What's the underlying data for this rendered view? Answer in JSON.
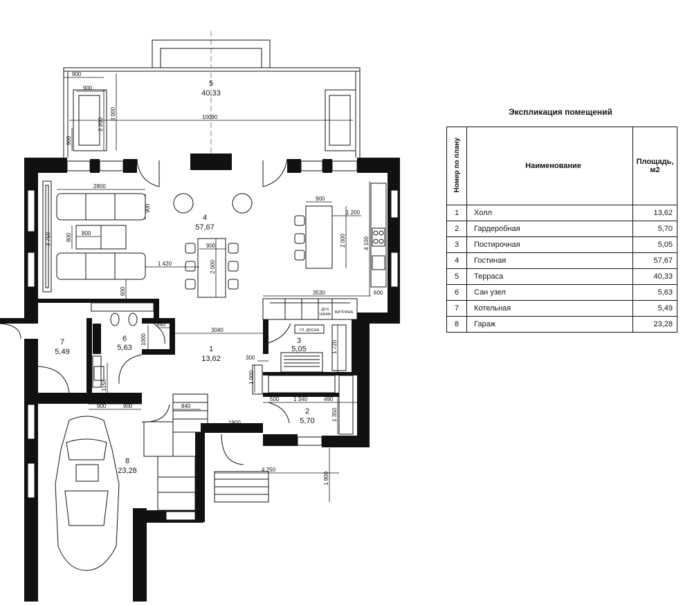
{
  "explication": {
    "title": "Экспликация помещений",
    "headers": {
      "number": "Номер по плану",
      "name": "Наименование",
      "area": "Площадь, м2"
    },
    "rows": [
      {
        "num": "1",
        "name": "Холл",
        "area": "13,62"
      },
      {
        "num": "2",
        "name": "Гардеробная",
        "area": "5,70"
      },
      {
        "num": "3",
        "name": "Постирочная",
        "area": "5,05"
      },
      {
        "num": "4",
        "name": "Гостиная",
        "area": "57,67"
      },
      {
        "num": "5",
        "name": "Терраса",
        "area": "40,33"
      },
      {
        "num": "6",
        "name": "Сан узел",
        "area": "5,63"
      },
      {
        "num": "7",
        "name": "Котельная",
        "area": "5,49"
      },
      {
        "num": "8",
        "name": "Гараж",
        "area": "23,28"
      }
    ]
  },
  "rooms": {
    "r1": {
      "num": "1",
      "area": "13,62"
    },
    "r2": {
      "num": "2",
      "area": "5,70"
    },
    "r3": {
      "num": "3",
      "area": "5,05"
    },
    "r4": {
      "num": "4",
      "area": "57,67"
    },
    "r5": {
      "num": "5",
      "area": "40,33"
    },
    "r6": {
      "num": "6",
      "area": "5,63"
    },
    "r7": {
      "num": "7",
      "area": "5,49"
    },
    "r8": {
      "num": "8",
      "area": "23,28"
    }
  },
  "dimensions": {
    "d900a": "900",
    "d900b": "900",
    "d2200": "2 200",
    "d3000": "3 000",
    "d900c": "900",
    "d10090": "10090",
    "d2800": "2800",
    "d900d": "900",
    "d3750": "3 750",
    "d800a": "800",
    "d800b": "800",
    "d1420": "1 420",
    "d600a": "600",
    "d900e": "900",
    "d2000a": "2 000",
    "d900f": "900",
    "d1200": "1 200",
    "d2000b": "2 000",
    "d4100": "4 100",
    "d3530": "3530",
    "d600b": "600",
    "d840a": "840",
    "d1000a": "1000",
    "d3040": "3040",
    "d1720": "1 720",
    "d300": "300",
    "d1000b": "1 000",
    "d1150": "1150",
    "d500": "500",
    "d1340": "1 340",
    "d490": "490",
    "d1350": "1 350",
    "d900g": "900",
    "d900h": "900",
    "d840b": "840",
    "d1900a": "1900",
    "d4250": "4 250",
    "d1900b": "1 900"
  },
  "labels": {
    "board": "ГЛ. ДОСКА",
    "wardrobe1": "ДУХ",
    "wardrobe2": "ШКАФ",
    "showcase": "ВИТРИНА"
  }
}
